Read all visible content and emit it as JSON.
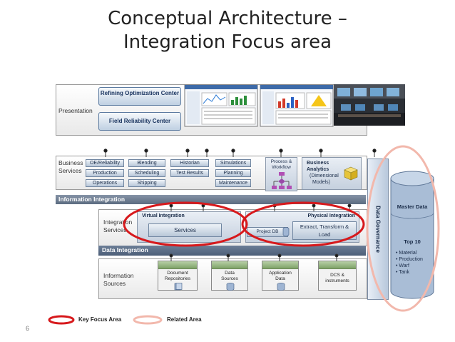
{
  "title": {
    "line1": "Conceptual Architecture –",
    "line2": "Integration Focus area"
  },
  "presentation": {
    "label": "Presentation",
    "buttons": [
      "Refining Optimization Center",
      "Field Reliability Center"
    ]
  },
  "business_services": {
    "label_line1": "Business",
    "label_line2": "Services",
    "rows": [
      [
        "OE/Reliability",
        "Blending",
        "Historian",
        "Simulations"
      ],
      [
        "Production",
        "Scheduling",
        "Test Results",
        "Planning"
      ],
      [
        "Operations",
        "Shipping",
        "",
        "Maintenance"
      ]
    ]
  },
  "process_workflow": {
    "line1": "Process &",
    "line2": "Workflow"
  },
  "business_analytics": {
    "line1": "Business",
    "line2": "Analytics",
    "line3": "(Dimensional",
    "line4": "Models)"
  },
  "information_integration": {
    "label": "Information Integration"
  },
  "integration_services": {
    "label_line1": "Integration",
    "label_line2": "Services",
    "virtual": {
      "title": "Virtual Integration",
      "item": "Services"
    },
    "physical": {
      "title": "Physical Integration",
      "project_db": "Project DB",
      "etl_line1": "Extract, Transform &",
      "etl_line2": "Load"
    }
  },
  "data_integration": {
    "label": "Data Integration"
  },
  "information_sources": {
    "label_line1": "Information",
    "label_line2": "Sources",
    "items": [
      {
        "line1": "Document",
        "line2": "Repositories"
      },
      {
        "line1": "Data",
        "line2": "Sources"
      },
      {
        "line1": "Application",
        "line2": "Data"
      },
      {
        "line1": "DCS &",
        "line2": "instruments"
      }
    ]
  },
  "data_governance": {
    "label": "Data Governance"
  },
  "master_data": {
    "title": "Master Data",
    "sub_title": "Top 10",
    "bullets": [
      "• Material",
      "• Production",
      "• Warf",
      "• Tank"
    ]
  },
  "legend": {
    "key": "Key Focus Area",
    "related": "Related Area"
  },
  "page_number": "6",
  "colors": {
    "key_focus": "#d7191c",
    "related": "#f2b8ac",
    "layer_bar": "#6b7b90",
    "master_data": "#a9bdd6"
  }
}
